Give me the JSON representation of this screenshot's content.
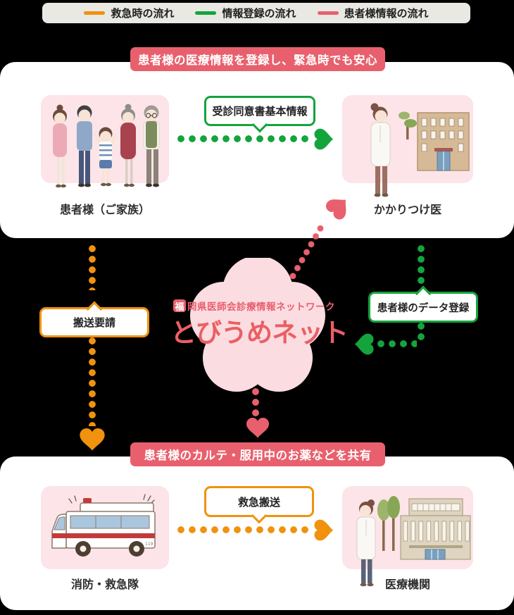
{
  "legend": {
    "items": [
      {
        "label": "救急時の流れ",
        "color": "#f0920e"
      },
      {
        "label": "情報登録の流れ",
        "color": "#14a43c"
      },
      {
        "label": "患者様情報の流れ",
        "color": "#e8606d"
      }
    ]
  },
  "top_section": {
    "banner": "患者様の医療情報を登録し、緊急時でも安心",
    "patient_label": "患者様（ご家族）",
    "doctor_label": "かかりつけ医",
    "flow_label": "受診同意書基本情報"
  },
  "center_section": {
    "subtitle_mark": "福",
    "subtitle_rest": "岡県医師会診療情報ネットワーク",
    "network_name": "とびうめネット",
    "transport_request_label": "搬送要請",
    "data_registration_label": "患者様のデータ登録"
  },
  "bottom_section": {
    "banner": "患者様のカルテ・服用中のお薬などを共有",
    "ambulance_label": "消防・救急隊",
    "hospital_label": "医療機関",
    "flow_label": "救急搬送"
  },
  "colors": {
    "emergency_flow_orange": "#f0920e",
    "registration_flow_green": "#14a43c",
    "patient_info_flow_pink": "#e8606d",
    "banner_pink": "#e8606d",
    "logo_red": "#ea5f63",
    "flower_pink": "#fbdce1",
    "illustration_box_pink": "#fce4e8",
    "panel_white": "#ffffff",
    "background_black": "#000000"
  }
}
